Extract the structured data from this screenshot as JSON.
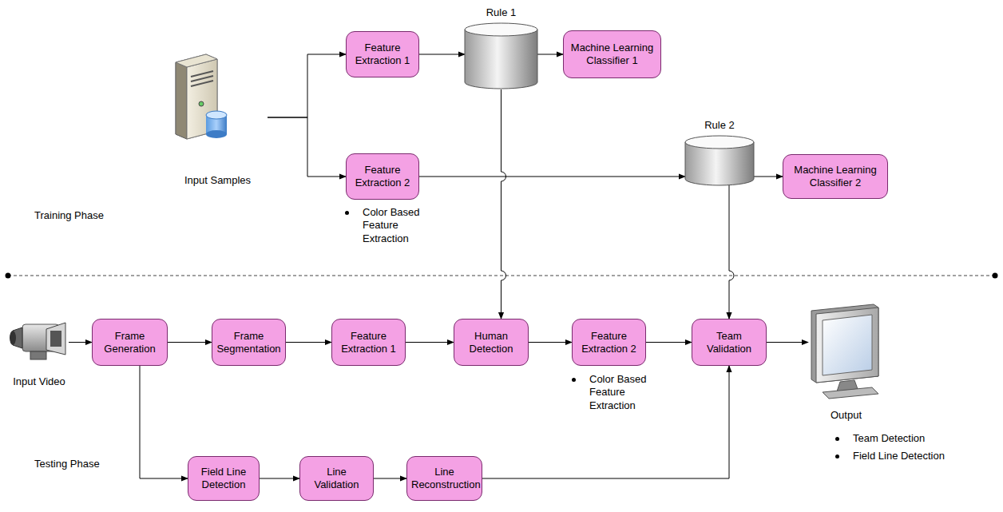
{
  "diagram": {
    "nodes": [
      {
        "text": [
          "Input Samples"
        ]
      },
      {
        "text": [
          "Feature Extraction 1"
        ]
      },
      {
        "text": [
          "Rule 1"
        ]
      },
      {
        "text": [
          "Machine Learning Classifier 1"
        ]
      },
      {
        "text": [
          "Feature Extraction 2"
        ]
      },
      {
        "text": [
          "Rule 2"
        ]
      },
      {
        "text": [
          "Machine Learning Classifier 2"
        ]
      },
      {
        "text": [
          "Input Video"
        ]
      },
      {
        "text": [
          "Frame Generation"
        ]
      },
      {
        "text": [
          "Frame Segmentation"
        ]
      },
      {
        "text": [
          "Feature Extraction 1"
        ]
      },
      {
        "text": [
          "Human Detection"
        ]
      },
      {
        "text": [
          "Feature Extraction 2"
        ]
      },
      {
        "text": [
          "Team Validation"
        ]
      },
      {
        "text": [
          "Output",
          "Team Detection",
          "Field Line Detection"
        ]
      },
      {
        "text": [
          "Field Line Detection"
        ]
      },
      {
        "text": [
          "Line Validation"
        ]
      },
      {
        "text": [
          "Line Reconstruction"
        ]
      }
    ],
    "edges": [
      {
        "from": 0,
        "to": 1,
        "arrow": "to"
      },
      {
        "from": 0,
        "to": 4,
        "arrow": "to"
      },
      {
        "from": 1,
        "to": 2,
        "arrow": "to"
      },
      {
        "from": 2,
        "to": 3,
        "arrow": "to"
      },
      {
        "from": 4,
        "to": 5,
        "arrow": "to"
      },
      {
        "from": 5,
        "to": 6,
        "arrow": "to"
      },
      {
        "from": 2,
        "to": 11,
        "arrow": "to"
      },
      {
        "from": 5,
        "to": 13,
        "arrow": "to"
      },
      {
        "from": 7,
        "to": 8,
        "arrow": "to"
      },
      {
        "from": 8,
        "to": 9,
        "arrow": "to"
      },
      {
        "from": 9,
        "to": 10,
        "arrow": "to"
      },
      {
        "from": 10,
        "to": 11,
        "arrow": "to"
      },
      {
        "from": 11,
        "to": 12,
        "arrow": "to"
      },
      {
        "from": 12,
        "to": 13,
        "arrow": "to"
      },
      {
        "from": 13,
        "to": 14,
        "arrow": "to"
      },
      {
        "from": 8,
        "to": 15,
        "arrow": "to"
      },
      {
        "from": 15,
        "to": 16,
        "arrow": "to"
      },
      {
        "from": 16,
        "to": 17,
        "arrow": "to"
      },
      {
        "from": 17,
        "to": 13,
        "arrow": "to"
      }
    ],
    "labels": [
      "Color Based Feature Extraction",
      "Training Phase",
      "Color Based Feature Extraction",
      "Testing Phase"
    ]
  }
}
